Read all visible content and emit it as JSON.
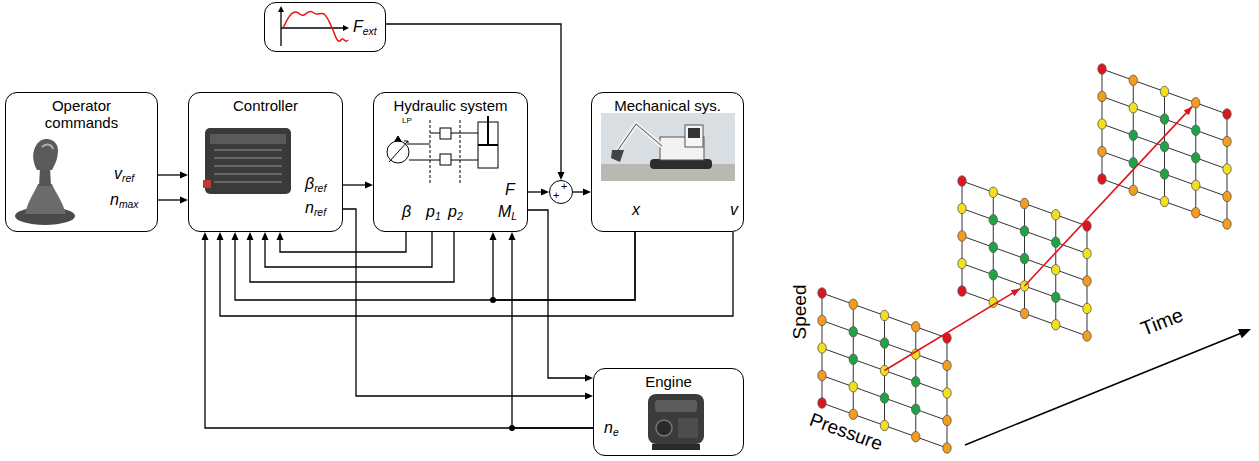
{
  "diagram": {
    "nodes": [
      {
        "text": [
          "Operator commands",
          "vref",
          "nmax"
        ]
      },
      {
        "text": [
          "Controller",
          "βref",
          "nref"
        ]
      },
      {
        "text": [
          "Fext"
        ]
      },
      {
        "text": [
          "Hydraulic system",
          "F",
          "β",
          "p1",
          "p2",
          "ML"
        ]
      },
      {
        "text": [
          "+",
          "+"
        ]
      },
      {
        "text": [
          "Mechanical sys.",
          "x",
          "v"
        ]
      },
      {
        "text": [
          "Engine",
          "ne"
        ]
      }
    ],
    "edges": [
      {
        "from": 0,
        "to": 1,
        "arrow": "to"
      },
      {
        "from": 0,
        "to": 1,
        "arrow": "to"
      },
      {
        "from": 1,
        "to": 3,
        "arrow": "to"
      },
      {
        "from": 1,
        "to": 6,
        "arrow": "to"
      },
      {
        "from": 2,
        "to": 4,
        "arrow": "to"
      },
      {
        "from": 3,
        "to": 4,
        "arrow": "to"
      },
      {
        "from": 4,
        "to": 5,
        "arrow": "to"
      },
      {
        "from": 3,
        "to": 6,
        "arrow": "to"
      },
      {
        "from": 3,
        "to": 1,
        "arrow": "to"
      },
      {
        "from": 3,
        "to": 1,
        "arrow": "to"
      },
      {
        "from": 3,
        "to": 1,
        "arrow": "to"
      },
      {
        "from": 5,
        "to": 1,
        "arrow": "to"
      },
      {
        "from": 5,
        "to": 3,
        "arrow": "to"
      },
      {
        "from": 5,
        "to": 1,
        "arrow": "to"
      },
      {
        "from": 6,
        "to": 1,
        "arrow": "to"
      },
      {
        "from": 6,
        "to": 3,
        "arrow": "to"
      }
    ],
    "labels": [
      "LP",
      "Speed",
      "Pressure",
      "Time"
    ]
  }
}
